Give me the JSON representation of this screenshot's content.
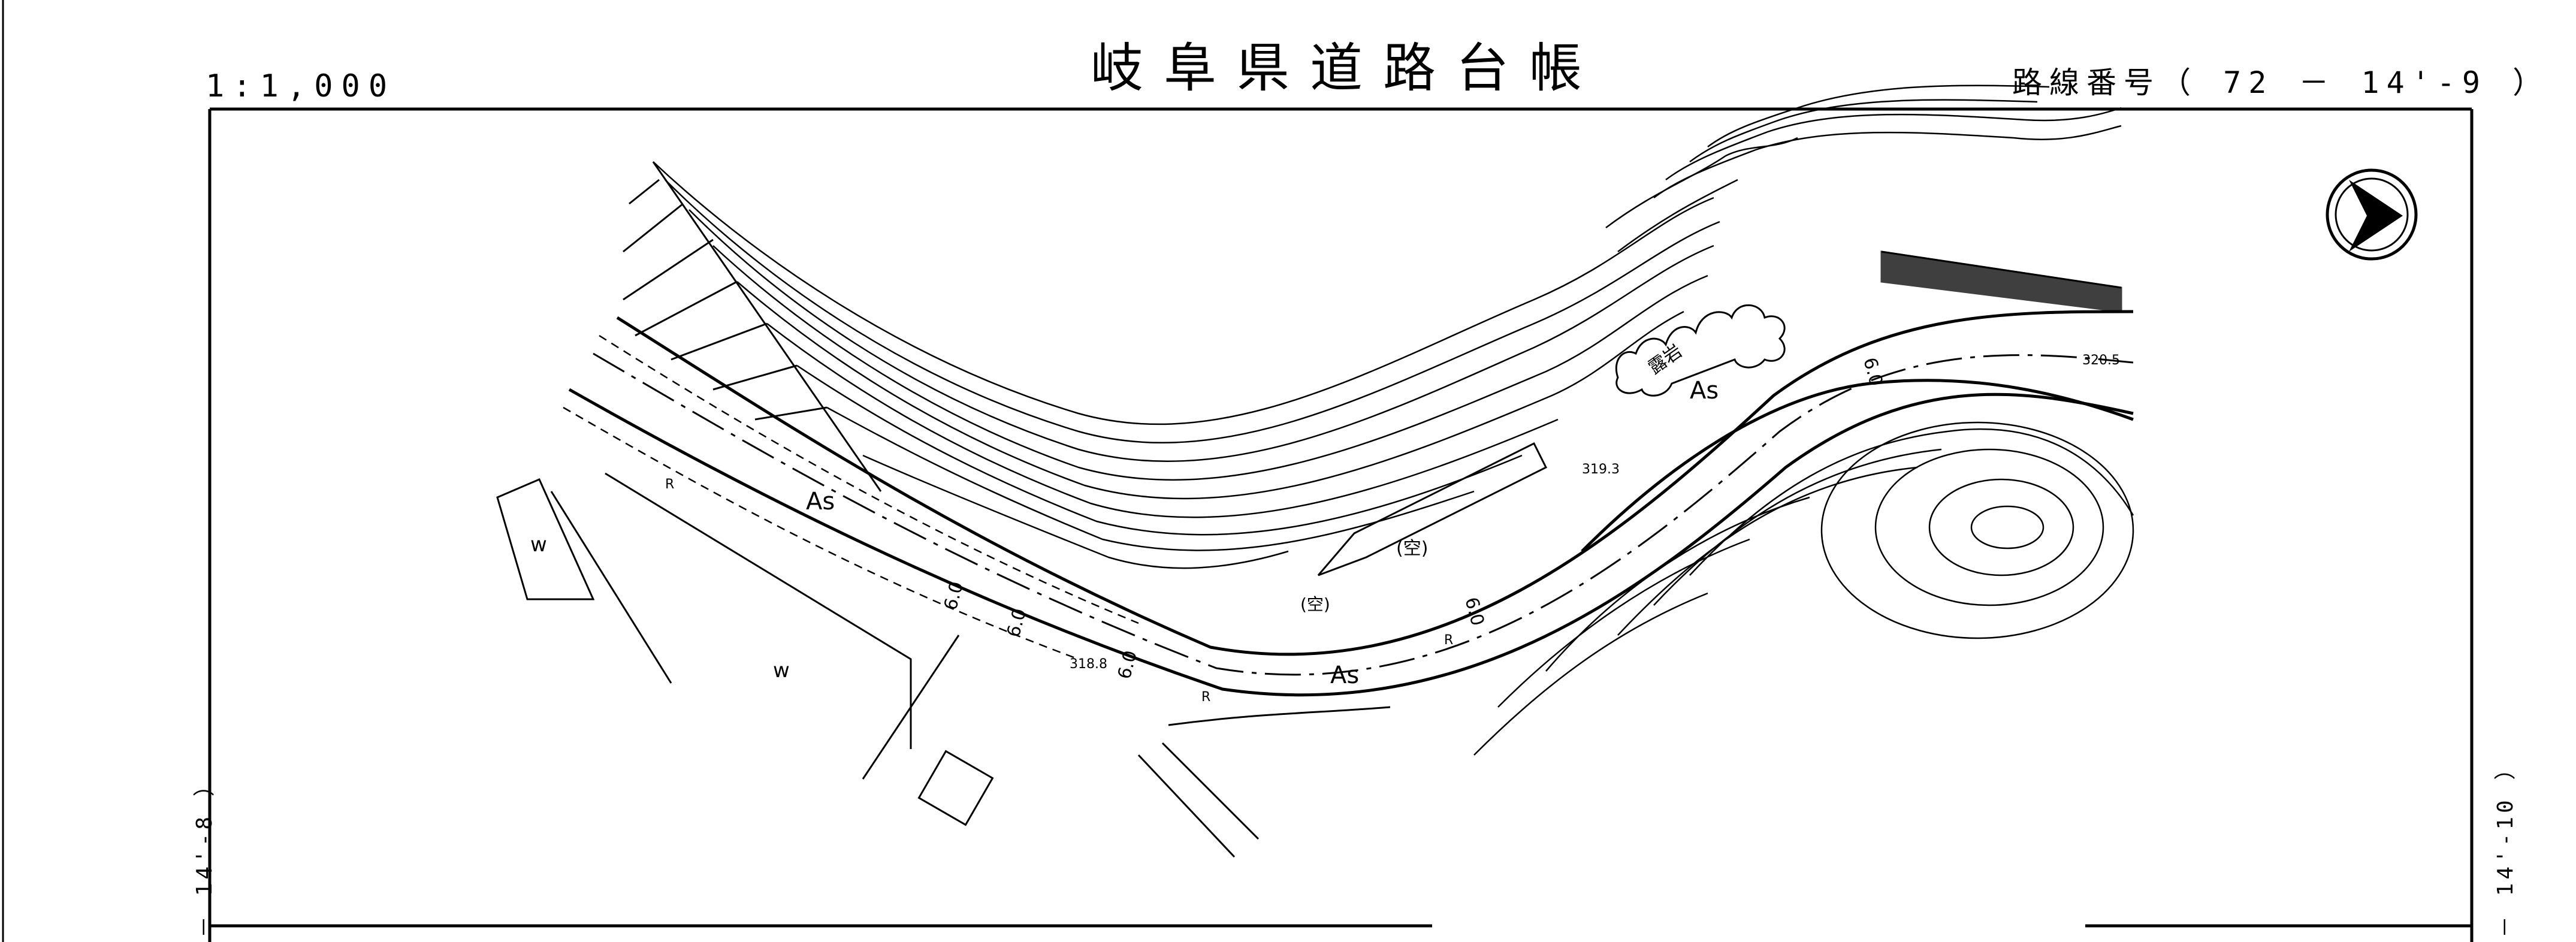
{
  "header": {
    "title": "岐阜県道路台帳",
    "scale": "1:1,000",
    "route_number": "路線番号（ 72 － 14'-9 ）"
  },
  "margins": {
    "left_sheet_ref": "－ 14'-8 ）",
    "right_sheet_ref": "－ 14'-10 ）"
  },
  "map": {
    "north_arrow": "north-arrow-icon",
    "surface_labels": [
      "As",
      "As",
      "As"
    ],
    "vacant_labels": [
      "(空)",
      "(空)"
    ],
    "outcrop_label": "露岩",
    "water_labels": [
      "w",
      "w"
    ],
    "width_labels": [
      "6.0",
      "6.0",
      "6.0",
      "6.0",
      "6.0"
    ],
    "elevations": [
      "318.8",
      "319.3",
      "320.5"
    ],
    "curve_labels": [
      "R",
      "R",
      "R"
    ]
  }
}
